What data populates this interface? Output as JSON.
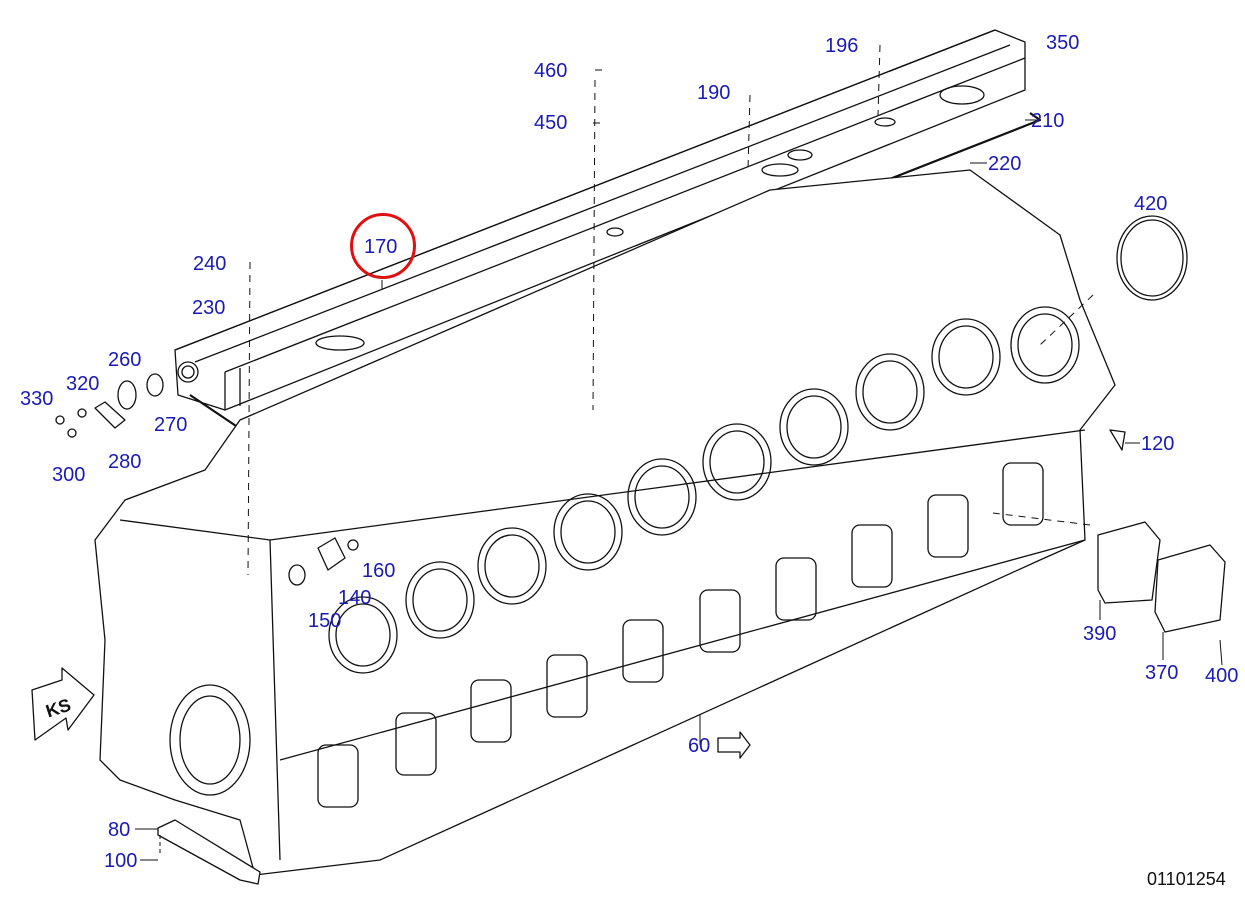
{
  "diagram": {
    "type": "exploded-parts-drawing",
    "subject": "Engine crankcase (V-block) with covers, gaskets and fasteners",
    "drawing_id": "01101254",
    "highlighted_callout": "170",
    "highlight_color": "#e01010",
    "callout_color": "#1a1ab4",
    "direction_arrows": [
      {
        "label": "KS",
        "meaning": "drive-end direction arrow"
      }
    ],
    "callouts": [
      {
        "id": "460",
        "label": "460"
      },
      {
        "id": "450",
        "label": "450"
      },
      {
        "id": "196",
        "label": "196"
      },
      {
        "id": "350",
        "label": "350"
      },
      {
        "id": "190",
        "label": "190"
      },
      {
        "id": "210",
        "label": "210"
      },
      {
        "id": "220",
        "label": "220"
      },
      {
        "id": "170",
        "label": "170"
      },
      {
        "id": "420",
        "label": "420"
      },
      {
        "id": "240",
        "label": "240"
      },
      {
        "id": "230",
        "label": "230"
      },
      {
        "id": "260",
        "label": "260"
      },
      {
        "id": "330",
        "label": "330"
      },
      {
        "id": "320",
        "label": "320"
      },
      {
        "id": "270",
        "label": "270"
      },
      {
        "id": "280",
        "label": "280"
      },
      {
        "id": "300",
        "label": "300"
      },
      {
        "id": "120",
        "label": "120"
      },
      {
        "id": "160",
        "label": "160"
      },
      {
        "id": "140",
        "label": "140"
      },
      {
        "id": "150",
        "label": "150"
      },
      {
        "id": "390",
        "label": "390"
      },
      {
        "id": "370",
        "label": "370"
      },
      {
        "id": "400",
        "label": "400"
      },
      {
        "id": "60",
        "label": "60"
      },
      {
        "id": "80",
        "label": "80"
      },
      {
        "id": "100",
        "label": "100"
      }
    ]
  }
}
